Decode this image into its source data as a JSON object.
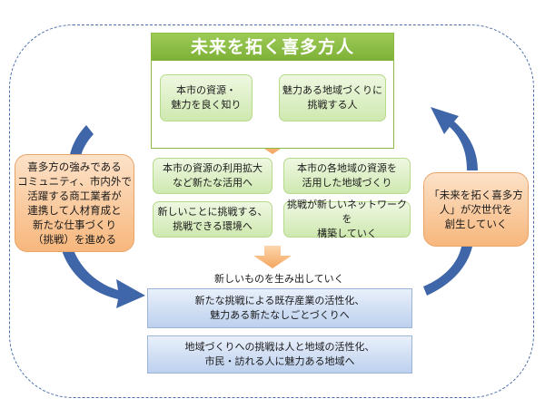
{
  "title": "未来を拓く喜多方人",
  "top_boxes": [
    "本市の資源・\n魅力を良く知り",
    "魅力ある地域づくりに\n挑戦する人"
  ],
  "middle_boxes": [
    "本市の資源の利用拡大\nなど新たな活用へ",
    "本市の各地域の資源を\n活用した地域づくり",
    "新しいことに挑戦する、\n挑戦できる環境へ",
    "挑戦が新しいネットワークを\n構築していく"
  ],
  "left_box": "喜多方の強みである\nコミュニティ、市内外で\n活躍する商工業者が\n連携して人材育成と\n新たな仕事づくり\n（挑戦）を進める",
  "right_box": "「未来を拓く喜多方\n人」が次世代を\n創生していく",
  "caption": "新しいものを生み出していく",
  "bottom_boxes": [
    "新たな挑戦による既存産業の活性化、\n魅力ある新たなしごとづくりへ",
    "地域づくりへの挑戦は人と地域の活性化、\n市民・訪れる人に魅力ある地域へ"
  ],
  "colors": {
    "frame": "#4a6ca8",
    "title_bar": "#8dbb47",
    "green_box": "#cfe8b0",
    "orange": "#f7b77d",
    "blue_box": "#bcd0ee",
    "blue_arrow": "#3f66a8"
  }
}
